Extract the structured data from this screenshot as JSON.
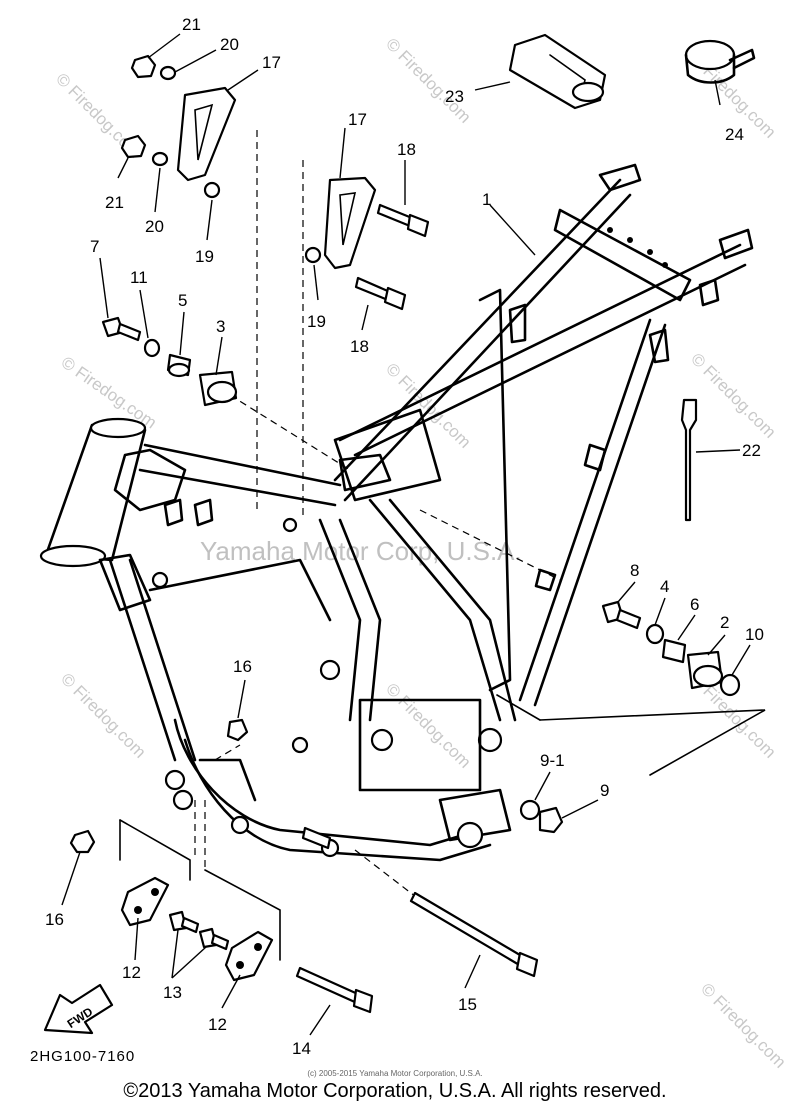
{
  "watermarks": {
    "brand": "© Firedog.com",
    "center": "Yamaha Motor Corp, U.S.A."
  },
  "callouts": {
    "c21a": "21",
    "c20a": "20",
    "c17a": "17",
    "c21b": "21",
    "c20b": "20",
    "c19a": "19",
    "c17b": "17",
    "c18a": "18",
    "c19b": "19",
    "c18b": "18",
    "c23": "23",
    "c24": "24",
    "c1": "1",
    "c7": "7",
    "c11": "11",
    "c5": "5",
    "c3": "3",
    "c22": "22",
    "c8": "8",
    "c4": "4",
    "c6": "6",
    "c2": "2",
    "c10": "10",
    "c16a": "16",
    "c9_1": "9-1",
    "c9": "9",
    "c16b": "16",
    "c12a": "12",
    "c13": "13",
    "c12b": "12",
    "c14": "14",
    "c15": "15"
  },
  "fwd_label": "FWD",
  "diagram_code": "2HG100-7160",
  "small_copyright": "(c) 2005-2015 Yamaha Motor Corporation, U.S.A.",
  "footer_copyright": "©2013 Yamaha Motor Corporation, U.S.A. All rights reserved."
}
